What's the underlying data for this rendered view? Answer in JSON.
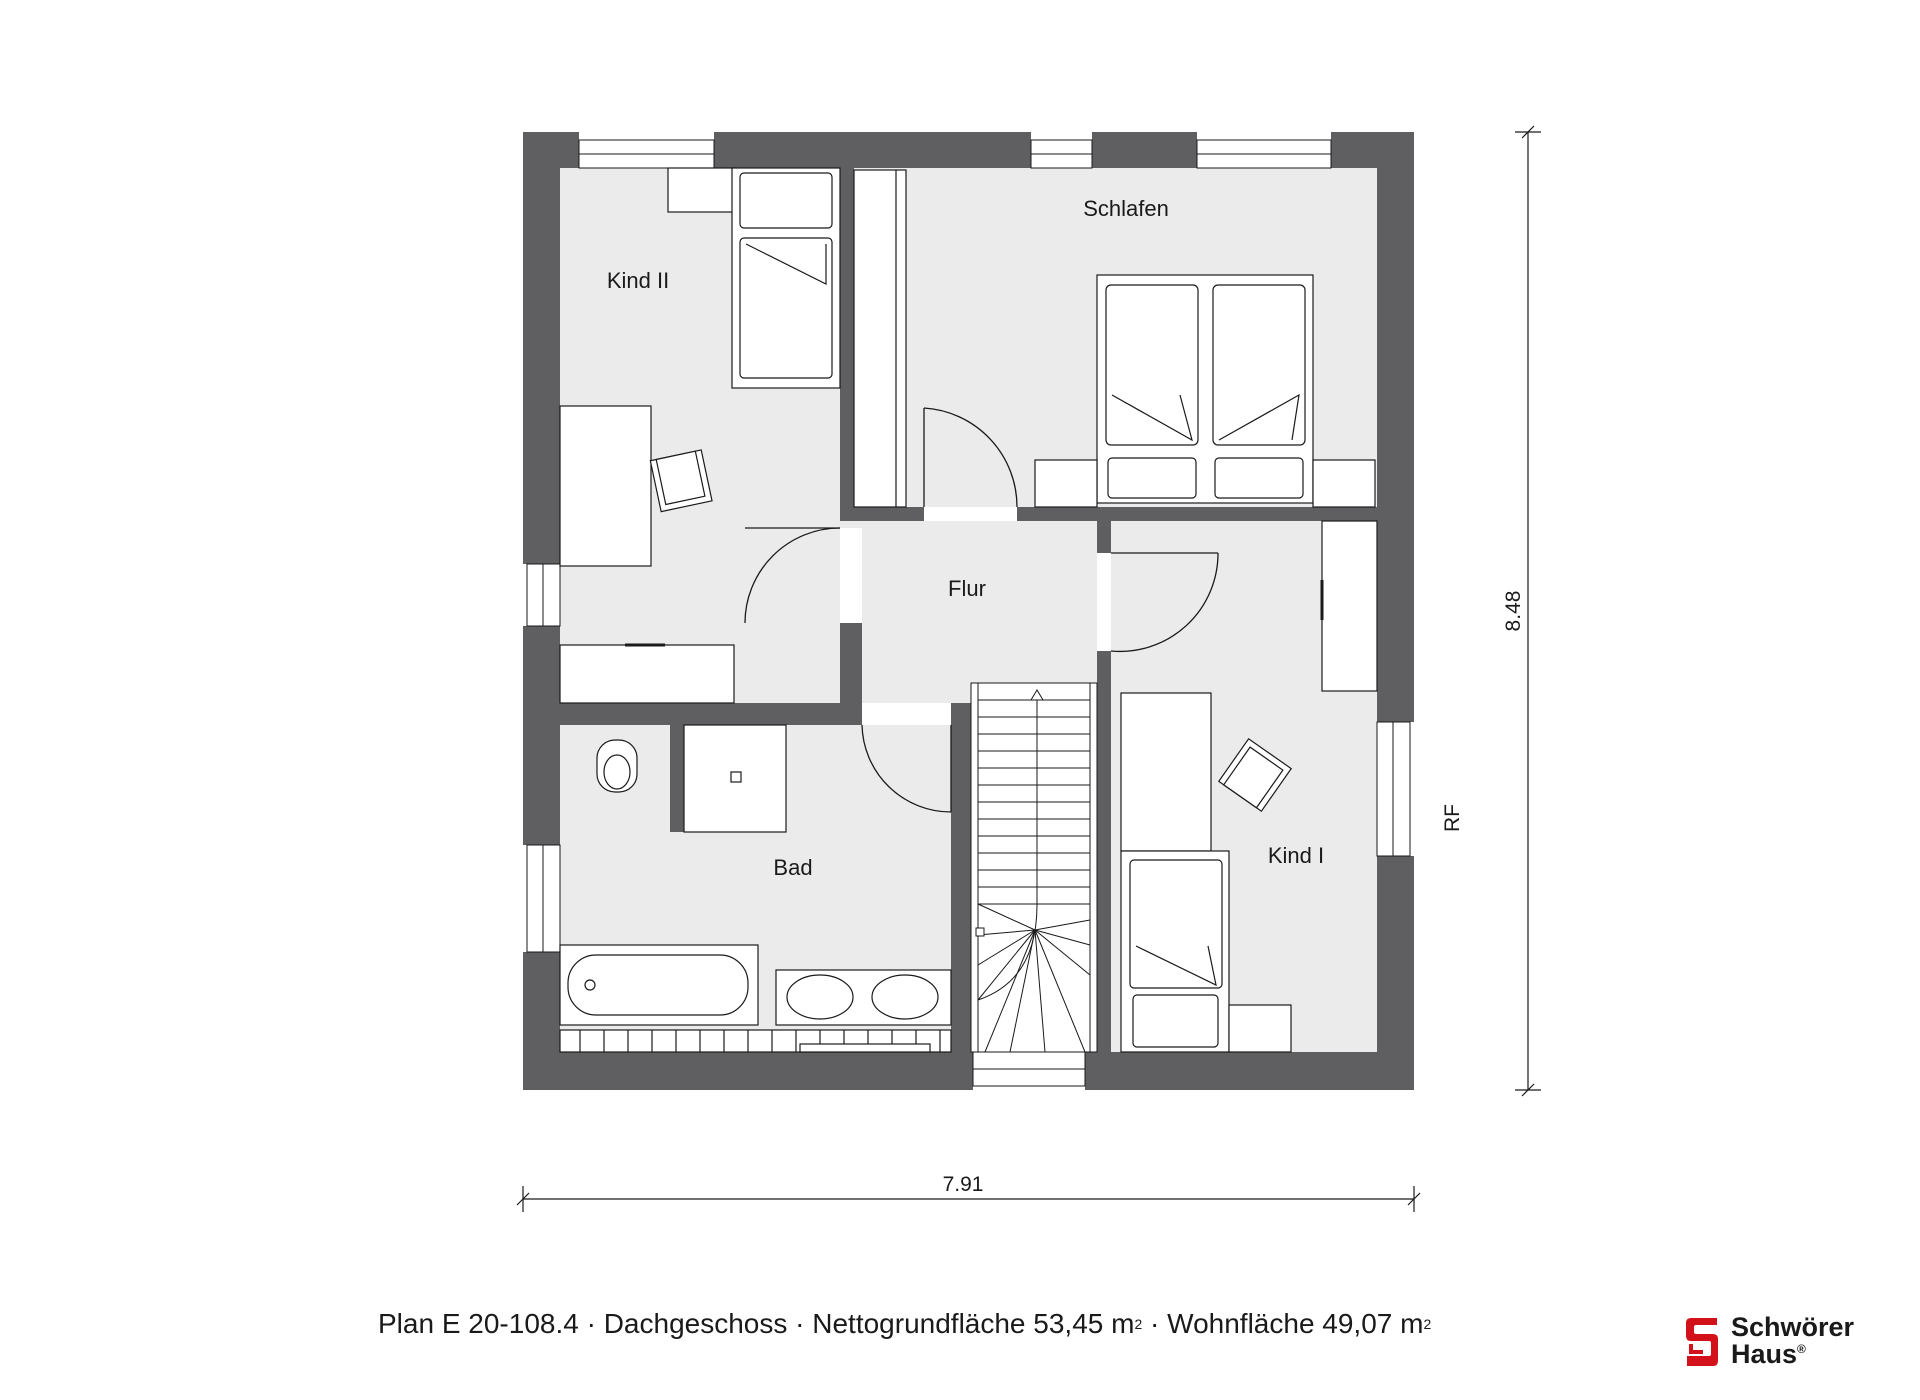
{
  "plan": {
    "rooms": [
      {
        "key": "kind2",
        "label": "Kind II"
      },
      {
        "key": "schlafen",
        "label": "Schlafen"
      },
      {
        "key": "flur",
        "label": "Flur"
      },
      {
        "key": "bad",
        "label": "Bad"
      },
      {
        "key": "kind1",
        "label": "Kind I"
      }
    ],
    "dimensions": {
      "width": "7.91",
      "height": "8.48",
      "side_marker": "RF"
    }
  },
  "caption": {
    "plan_number": "Plan E 20-108.4",
    "separator": "·",
    "floor": "Dachgeschoss",
    "net_area_label": "Nettogrundfläche 53,45 m",
    "living_area_label": "Wohnfläche 49,07 m",
    "superscript": "2"
  },
  "logo": {
    "line1": "Schwörer",
    "line2": "Haus",
    "registered": "®"
  },
  "colors": {
    "wall": "#5f5f61",
    "floor": "#ebebec",
    "line": "#1a1a1a",
    "logo_red": "#d3111b"
  }
}
